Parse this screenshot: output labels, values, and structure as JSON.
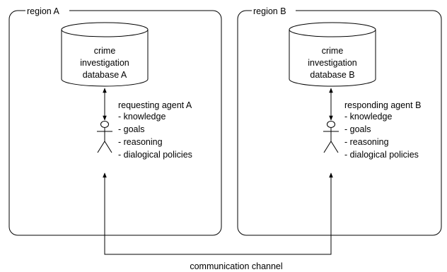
{
  "region_a": {
    "label": "region A",
    "database": [
      "crime",
      "investigation",
      "database A"
    ],
    "agent_title": "requesting agent A",
    "agent_attributes": [
      "- knowledge",
      "- goals",
      "- reasoning",
      "- dialogical policies"
    ]
  },
  "region_b": {
    "label": "region B",
    "database": [
      "crime",
      "investigation",
      "database B"
    ],
    "agent_title": "responding agent B",
    "agent_attributes": [
      "- knowledge",
      "- goals",
      "- reasoning",
      "- dialogical policies"
    ]
  },
  "channel": {
    "label": "communication channel"
  }
}
